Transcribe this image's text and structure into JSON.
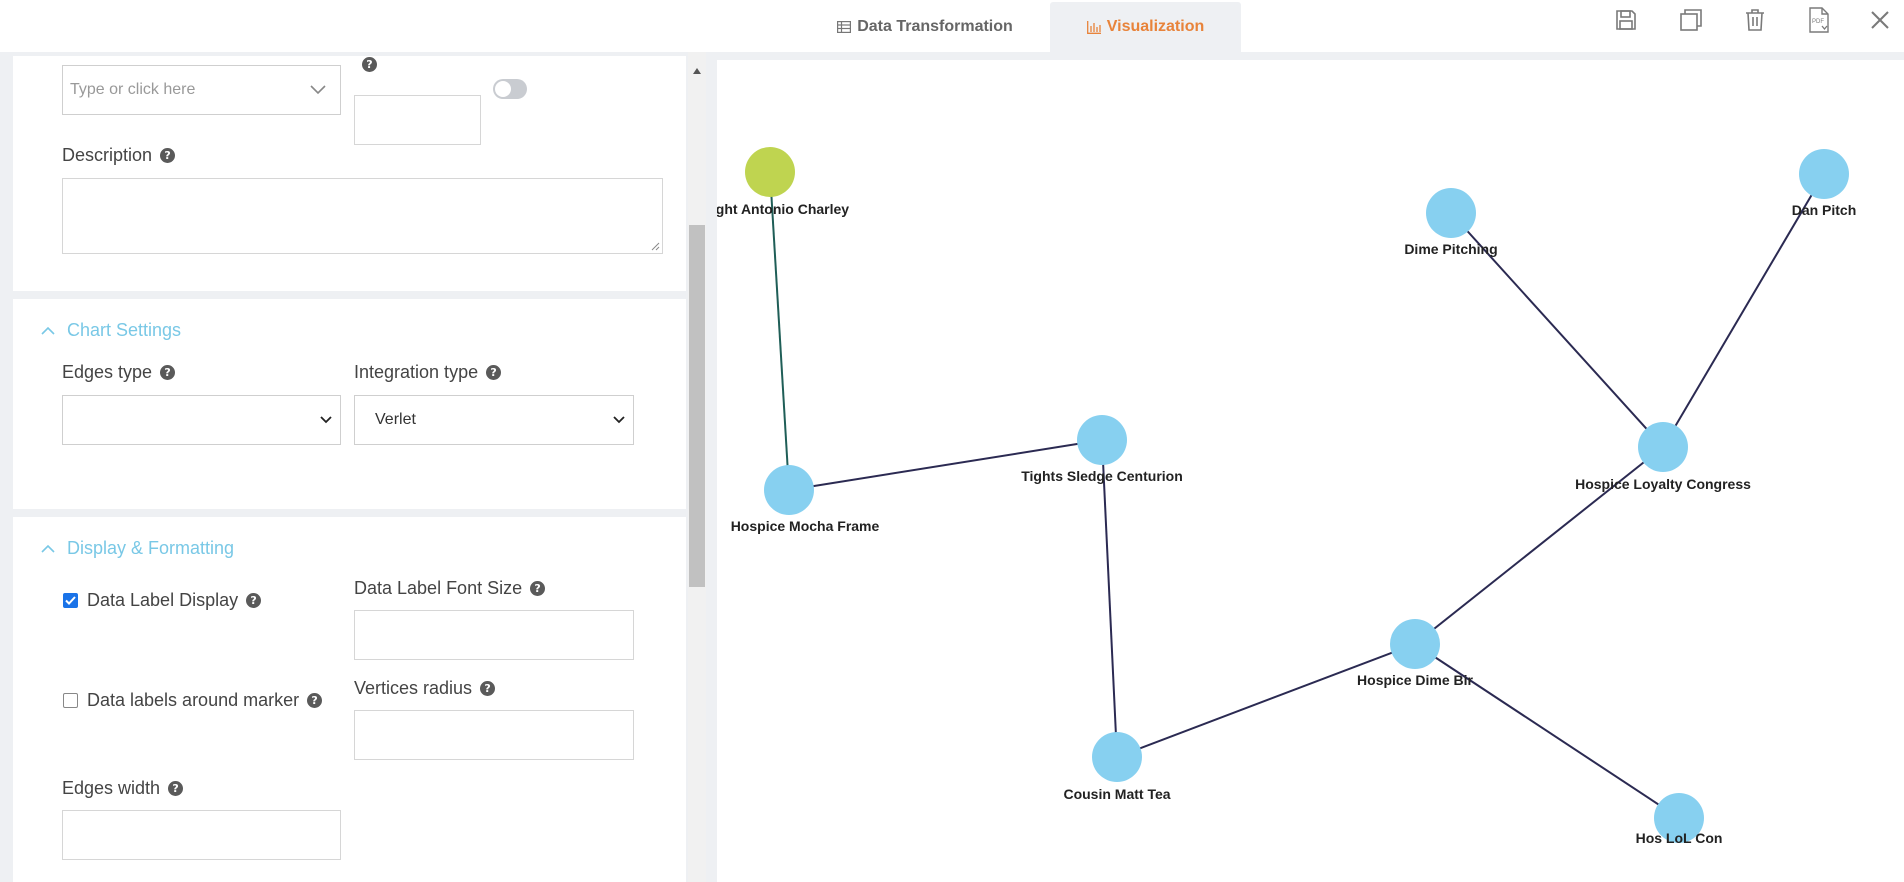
{
  "tabs": {
    "data_transformation": "Data Transformation",
    "visualization": "Visualization"
  },
  "toolbar": {
    "icons": [
      "save-icon",
      "duplicate-icon",
      "trash-icon",
      "pdf-export-icon",
      "close-icon"
    ]
  },
  "form": {
    "type_select_placeholder": "Type or click here",
    "description_label": "Description",
    "description_value": ""
  },
  "chart_settings": {
    "title": "Chart Settings",
    "edges_type_label": "Edges type",
    "edges_type_value": "",
    "integration_type_label": "Integration type",
    "integration_type_value": "Verlet"
  },
  "display_formatting": {
    "title": "Display & Formatting",
    "data_label_display_label": "Data Label Display",
    "data_label_display_checked": true,
    "data_label_font_size_label": "Data Label Font Size",
    "data_labels_around_marker_label": "Data labels around marker",
    "data_labels_around_marker_checked": false,
    "vertices_radius_label": "Vertices radius",
    "edges_width_label": "Edges width"
  },
  "colors": {
    "accent_orange": "#e8833a",
    "section_blue": "#79c8e6",
    "node_blue": "#87d0f0",
    "node_green": "#bfd450",
    "edge_dark": "#2b2a52",
    "edge_teal": "#1f5e57"
  },
  "graph": {
    "nodes": [
      {
        "id": "dwight",
        "label": "Dwight Antonio Charley",
        "color": "green"
      },
      {
        "id": "mocha",
        "label": "Hospice Mocha Frame",
        "color": "blue"
      },
      {
        "id": "tights",
        "label": "Tights Sledge Centurion",
        "color": "blue"
      },
      {
        "id": "cousin",
        "label": "Cousin Matt Tea",
        "color": "blue"
      },
      {
        "id": "dimebir",
        "label": "Hospice Dime Bir",
        "color": "blue"
      },
      {
        "id": "hoslol",
        "label": "Hos LoL Con",
        "color": "blue"
      },
      {
        "id": "loyalty",
        "label": "Hospice Loyalty Congress",
        "color": "blue"
      },
      {
        "id": "dimepitch",
        "label": "Dime Pitching",
        "color": "blue"
      },
      {
        "id": "danpitch",
        "label": "Dan Pitch",
        "color": "blue"
      }
    ],
    "edges": [
      {
        "from": "dwight",
        "to": "mocha",
        "color": "teal"
      },
      {
        "from": "mocha",
        "to": "tights",
        "color": "dark"
      },
      {
        "from": "tights",
        "to": "cousin",
        "color": "dark"
      },
      {
        "from": "cousin",
        "to": "dimebir",
        "color": "dark"
      },
      {
        "from": "dimebir",
        "to": "hoslol",
        "color": "dark"
      },
      {
        "from": "dimebir",
        "to": "loyalty",
        "color": "dark"
      },
      {
        "from": "loyalty",
        "to": "dimepitch",
        "color": "dark"
      },
      {
        "from": "loyalty",
        "to": "danpitch",
        "color": "dark"
      }
    ]
  }
}
